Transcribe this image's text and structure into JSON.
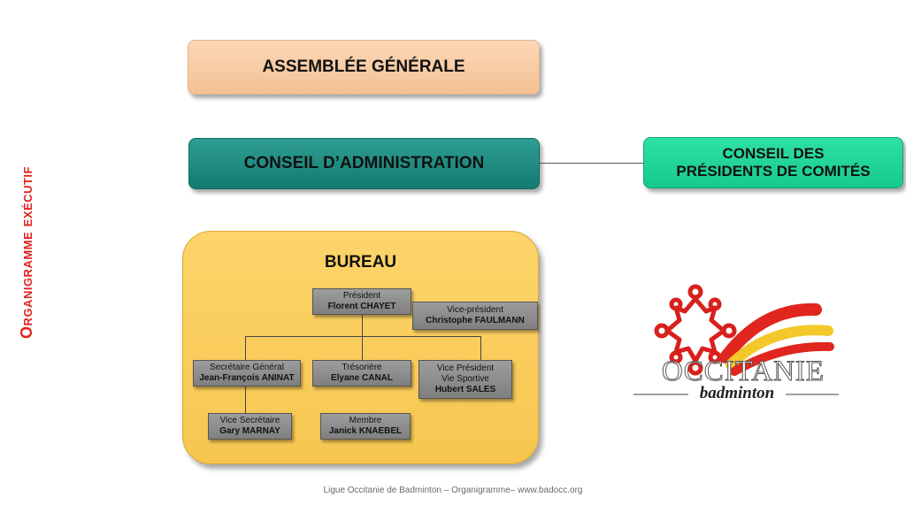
{
  "side_title": "Organigramme exécutif",
  "assemblee": "ASSEMBLÉE GÉNÉRALE",
  "conseil_admin": "CONSEIL D’ADMINISTRATION",
  "conseil_presidents": [
    "CONSEIL DES",
    "PRÉSIDENTS DE COMITÉS"
  ],
  "bureau": {
    "title": "BUREAU",
    "members": {
      "president": {
        "role": "Président",
        "name": "Florent CHAYET"
      },
      "vice_president": {
        "role": "Vice-président",
        "name": "Christophe FAULMANN"
      },
      "secretaire": {
        "role": "Secrétaire Général",
        "name": "Jean-François ANINAT"
      },
      "tresoriere": {
        "role": "Trésorière",
        "name": "Elyane CANAL"
      },
      "vice_sportive": {
        "role": "Vice Président",
        "role2": "Vie Sportive",
        "name": "Hubert SALES"
      },
      "vice_secretaire": {
        "role": "Vice Secrétaire",
        "name": "Gary MARNAY"
      },
      "membre": {
        "role": "Membre",
        "name": "Janick KNAEBEL"
      }
    }
  },
  "logo": {
    "word": "OCCITANIE",
    "sub": "badminton"
  },
  "footer": "Ligue Occitanie de Badminton – Organigramme– www.badocc.org",
  "colors": {
    "side_title": "#e3201b",
    "assemblee": "#f7c9a0",
    "conseil_admin": "#1a8a7f",
    "conseil_presidents": "#23d49a",
    "bureau": "#fbd05d",
    "member_box": "#8c8c8c"
  }
}
